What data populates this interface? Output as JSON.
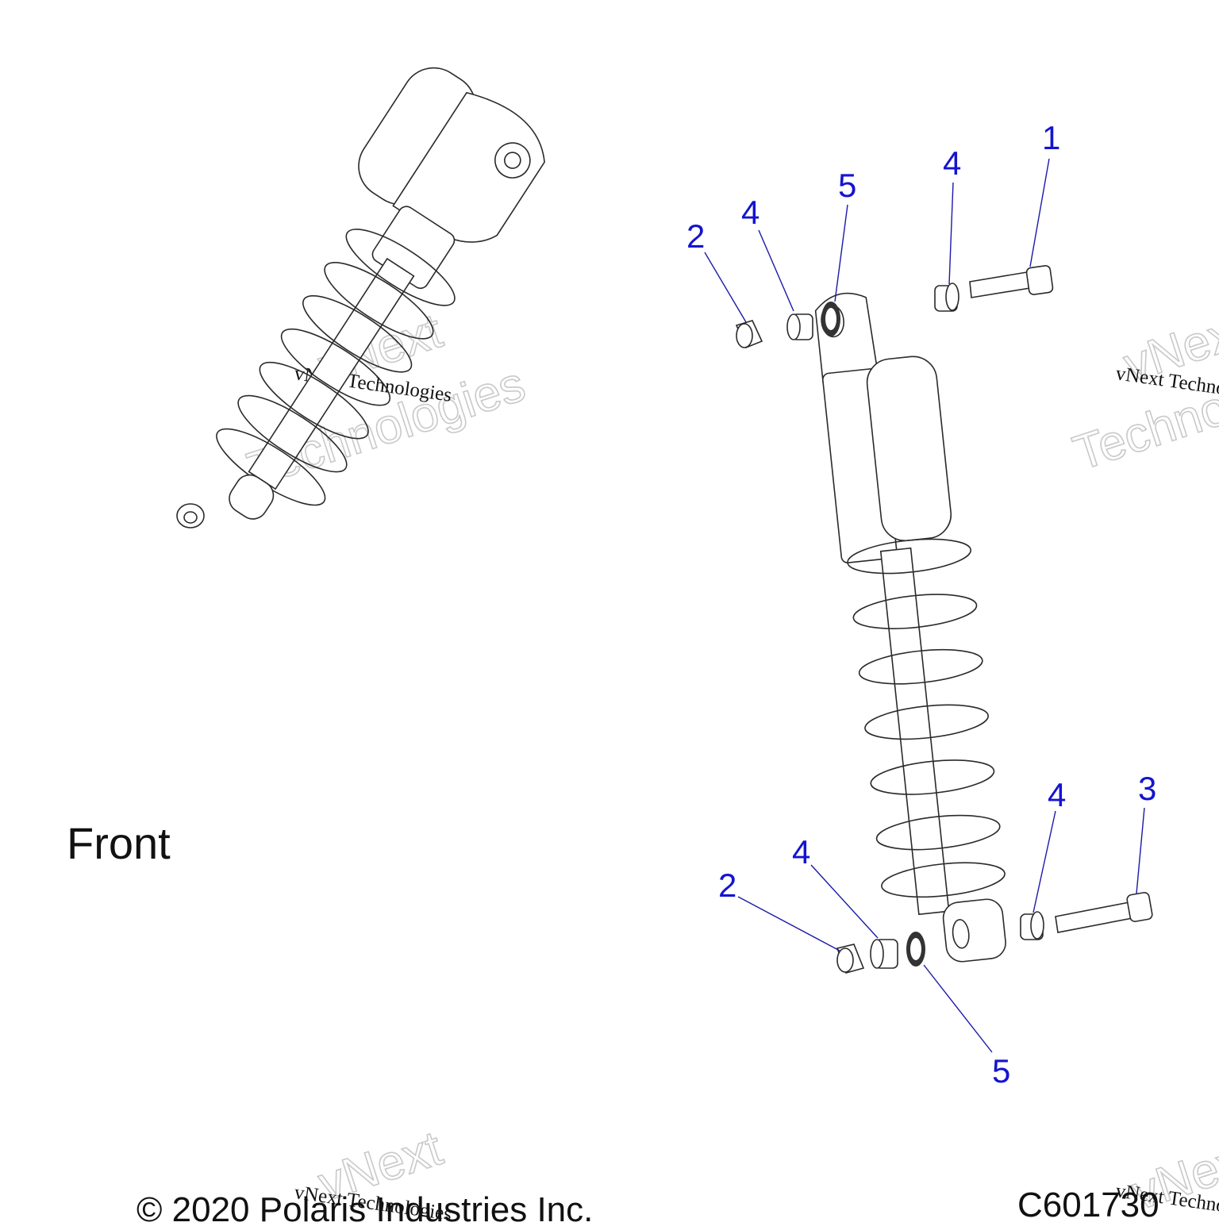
{
  "labels": {
    "front": "Front",
    "copyright": "© 2020 Polaris Industries Inc.",
    "part_number": "C601730"
  },
  "watermarks": {
    "brand": "vNext Technologies",
    "outline_line1": "vNext",
    "outline_line2": "Technologies"
  },
  "callouts": [
    {
      "id": "c1",
      "text": "1"
    },
    {
      "id": "c2a",
      "text": "2"
    },
    {
      "id": "c2b",
      "text": "2"
    },
    {
      "id": "c3",
      "text": "3"
    },
    {
      "id": "c4a",
      "text": "4"
    },
    {
      "id": "c4b",
      "text": "4"
    },
    {
      "id": "c4c",
      "text": "4"
    },
    {
      "id": "c4d",
      "text": "4"
    },
    {
      "id": "c5a",
      "text": "5"
    },
    {
      "id": "c5b",
      "text": "5"
    }
  ],
  "colors": {
    "callout": "#1414d0",
    "leader": "#1a1aa8",
    "linework": "#2a2a2a",
    "watermark": "#c9c9c9"
  }
}
